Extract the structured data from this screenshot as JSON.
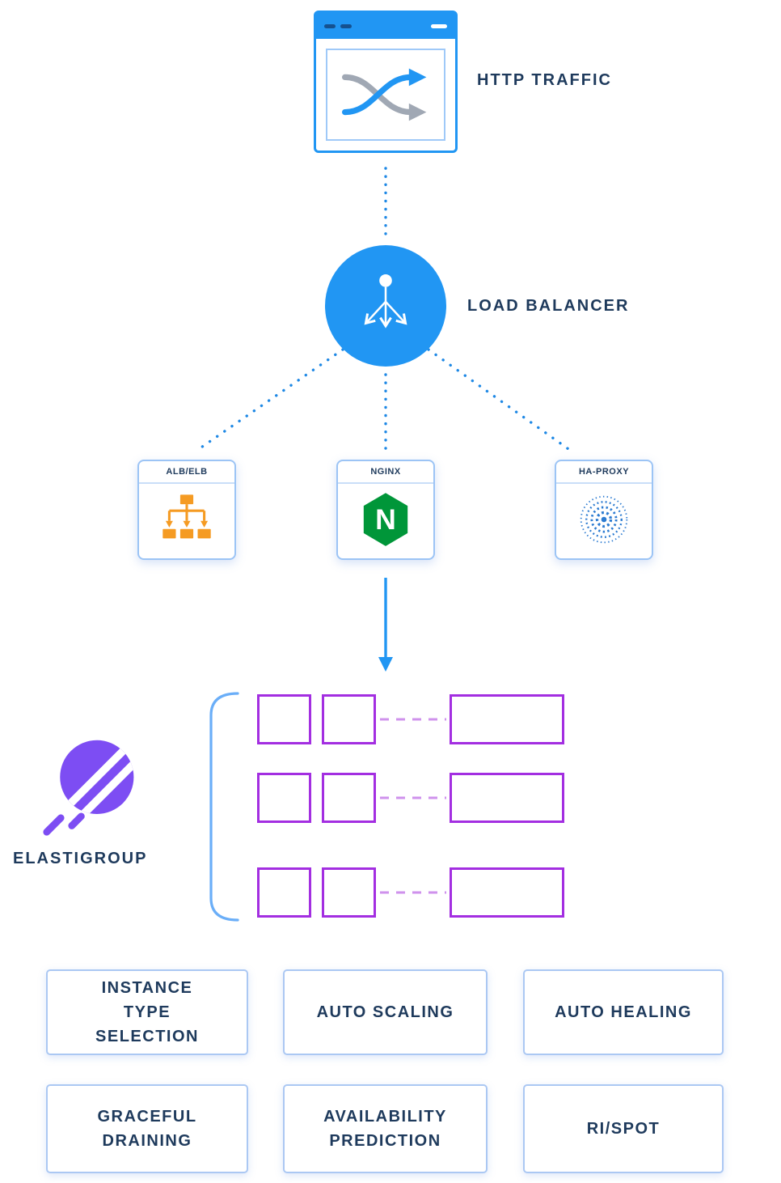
{
  "nodes": {
    "http_traffic": {
      "label": "HTTP TRAFFIC",
      "icon": "browser-shuffle-icon"
    },
    "load_balancer": {
      "label": "LOAD BALANCER",
      "icon": "load-balancer-icon"
    },
    "balancers": [
      {
        "label": "ALB/ELB",
        "icon": "alb-elb-icon"
      },
      {
        "label": "NGINX",
        "icon": "nginx-icon"
      },
      {
        "label": "HA-PROXY",
        "icon": "haproxy-icon"
      }
    ],
    "elastigroup": {
      "label": "ELASTIGROUP",
      "icon": "elastigroup-icon"
    }
  },
  "instance_grid": {
    "rows": 3,
    "squares_per_row": 2,
    "wide_per_row": 1
  },
  "features": [
    {
      "label": "INSTANCE\nTYPE\nSELECTION"
    },
    {
      "label": "AUTO SCALING"
    },
    {
      "label": "AUTO HEALING"
    },
    {
      "label": "GRACEFUL\nDRAINING"
    },
    {
      "label": "AVAILABILITY\nPREDICTION"
    },
    {
      "label": "RI/SPOT"
    }
  ],
  "icons": {
    "nginx_letter": "N"
  },
  "colors": {
    "accent_blue": "#2196f3",
    "light_blue_border": "#9cc4f5",
    "navy_text": "#1e3a5c",
    "instance_purple": "#a32ee1",
    "dashed_purple": "#cf92ec",
    "elastigroup_purple": "#7d4df3",
    "alb_orange": "#f59b23",
    "nginx_green": "#009639",
    "haproxy_blue": "#2c7bd1",
    "gray_arrow": "#a0a8b4"
  }
}
